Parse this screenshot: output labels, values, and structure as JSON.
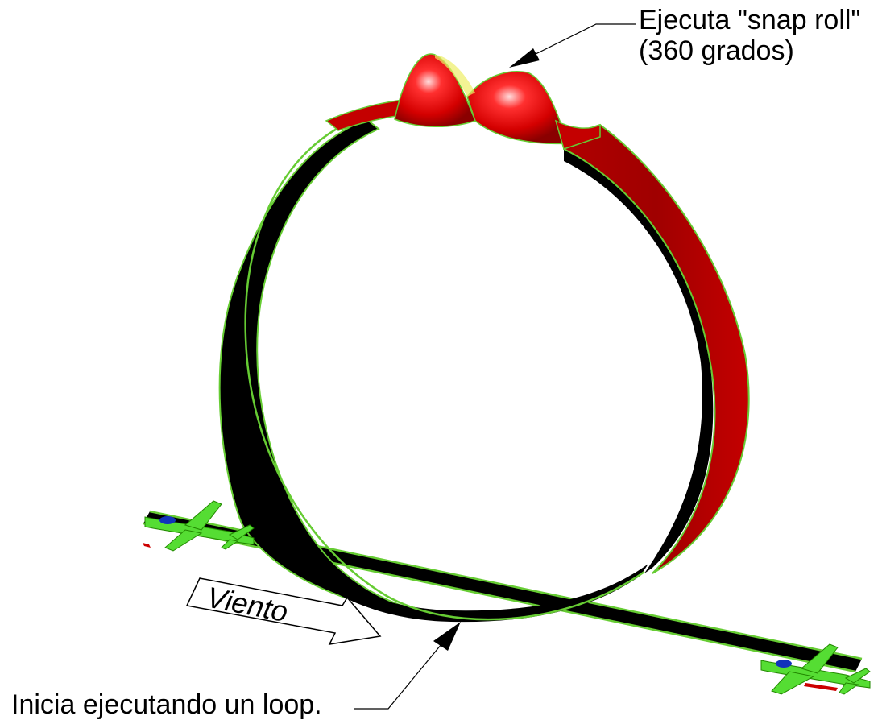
{
  "callouts": {
    "snap_roll_line1": "Ejecuta \"snap roll\"",
    "snap_roll_line2": "(360 grados)",
    "loop_start": "Inicia ejecutando un loop."
  },
  "wind": {
    "label": "Viento"
  },
  "colors": {
    "ribbon_red": "#cc0000",
    "ribbon_black": "#000000",
    "edge_green": "#66cc33",
    "plane_green": "#55dd33",
    "canopy_blue": "#1133bb"
  }
}
